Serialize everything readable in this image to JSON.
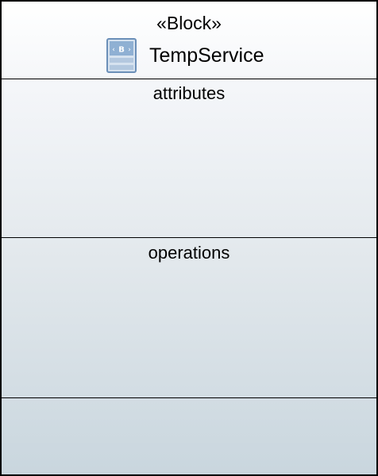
{
  "block": {
    "stereotype": "«Block»",
    "name": "TempService",
    "icon": "block-icon",
    "icon_letter": "B"
  },
  "compartments": {
    "attributes": "attributes",
    "operations": "operations"
  },
  "colors": {
    "border": "#000000",
    "gradient_top": "#ffffff",
    "gradient_bottom": "#c9d6de",
    "icon_fill": "#6b8fb8"
  }
}
